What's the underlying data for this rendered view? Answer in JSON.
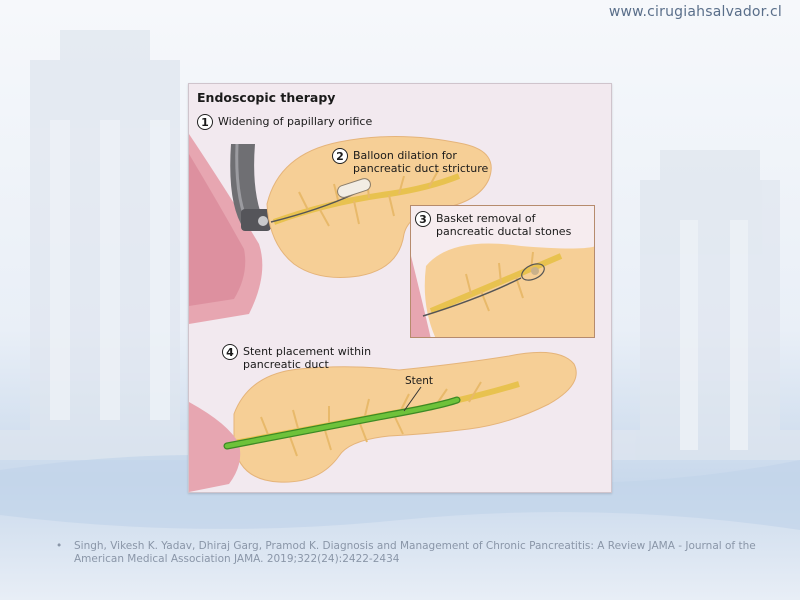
{
  "header": {
    "site_url": "www.cirugiahsalvador.cl"
  },
  "figure": {
    "title": "Endoscopic therapy",
    "steps": [
      {
        "number": "1",
        "lines": [
          "Widening of papillary orifice"
        ]
      },
      {
        "number": "2",
        "lines": [
          "Balloon dilation for",
          "pancreatic duct stricture"
        ]
      },
      {
        "number": "3",
        "lines": [
          "Basket removal of",
          "pancreatic ductal stones"
        ]
      },
      {
        "number": "4",
        "lines": [
          "Stent placement within",
          "pancreatic duct"
        ]
      }
    ],
    "stent_label": "Stent"
  },
  "citation": {
    "bullet": "•",
    "text": "Singh, Vikesh K. Yadav, Dhiraj Garg, Pramod K. Diagnosis and Management of Chronic Pancreatitis: A Review JAMA - Journal of the American Medical Association JAMA. 2019;322(24):2422-2434"
  },
  "colors": {
    "pancreas": "#f6cf96",
    "duct": "#e8c24f",
    "stent": "#6ec23a",
    "duodenum": "#e39aa6",
    "background_blue": "#c9d9ec"
  }
}
